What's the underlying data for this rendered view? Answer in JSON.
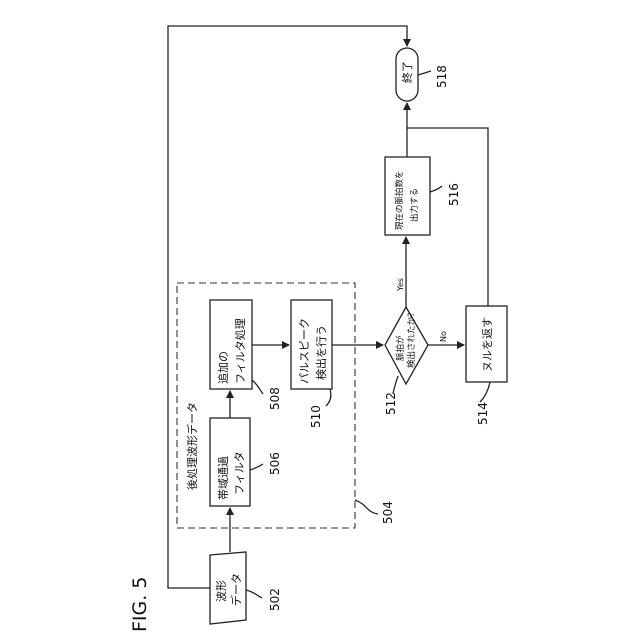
{
  "figure": {
    "label": "FIG. 5"
  },
  "nodes": {
    "waveform_data": {
      "line1": "波形",
      "line2": "データ",
      "ref": "502"
    },
    "bandpass": {
      "line1": "帯域通過",
      "line2": "フィルタ",
      "ref": "506"
    },
    "additional_filter": {
      "line1": "追加の",
      "line2": "フィルタ処理",
      "ref": "508"
    },
    "pulse_peak": {
      "line1": "パルスピーク",
      "line2": "検出を行う",
      "ref": "510"
    },
    "decision": {
      "line1": "脈拍が",
      "line2": "検出されたか?",
      "ref": "512",
      "yes": "Yes",
      "no": "No"
    },
    "return_null": {
      "label": "ヌルを返す",
      "ref": "514"
    },
    "output_rate": {
      "line1": "現在の脈拍数を",
      "line2": "出力する",
      "ref": "516"
    },
    "end": {
      "label": "終了",
      "ref": "518"
    }
  },
  "postprocess": {
    "label": "後処理波形データ",
    "ref": "504"
  }
}
